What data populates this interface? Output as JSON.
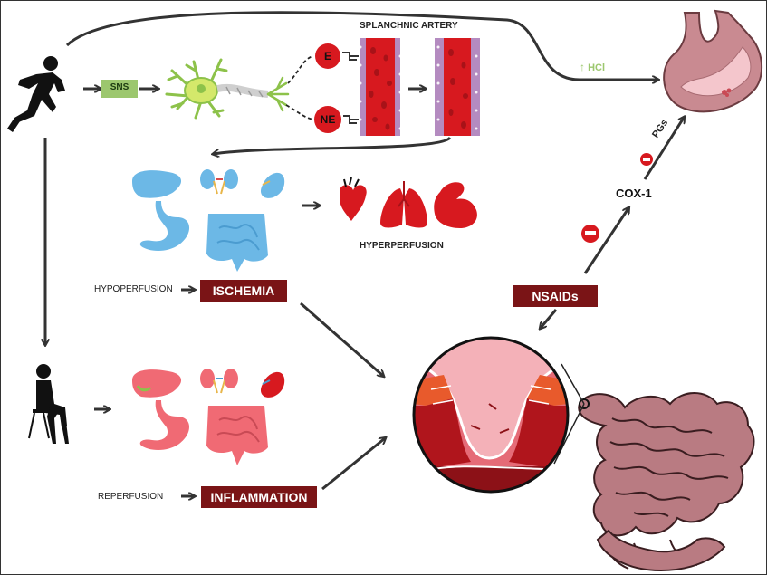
{
  "labels": {
    "splanchnic_artery": "SPLANCHNIC ARTERY",
    "sns": "SNS",
    "epinephrine": "E",
    "norepinephrine": "NE",
    "hcl": "HCl",
    "pgs": "PGs",
    "cox1": "COX-1",
    "hyperperfusion": "HYPERPERFUSION",
    "hypoperfusion": "HYPOPERFUSION",
    "ischemia": "ISCHEMIA",
    "nsaids": "NSAIDs",
    "reperfusion": "REPERFUSION",
    "inflammation": "INFLAMMATION"
  },
  "icons": [
    "runner-icon",
    "neuron-icon",
    "artery-icon",
    "stomach-icon",
    "heart-icon",
    "lungs-icon",
    "muscle-icon",
    "liver-icon",
    "kidney-icon",
    "spleen-icon",
    "intestine-icon",
    "sitting-person-icon",
    "intestinal-wall-icon",
    "small-intestine-icon"
  ],
  "colors": {
    "dark_red_box": "#7a1416",
    "sns_box": "#9cc76e",
    "hcl_green": "#9cc76e",
    "blood_red": "#d7191f",
    "artery_wall": "#b48bc0",
    "organ_blue": "#6cb8e6",
    "organ_pink": "#f06a74",
    "intestine_mauve": "#b97b82"
  }
}
